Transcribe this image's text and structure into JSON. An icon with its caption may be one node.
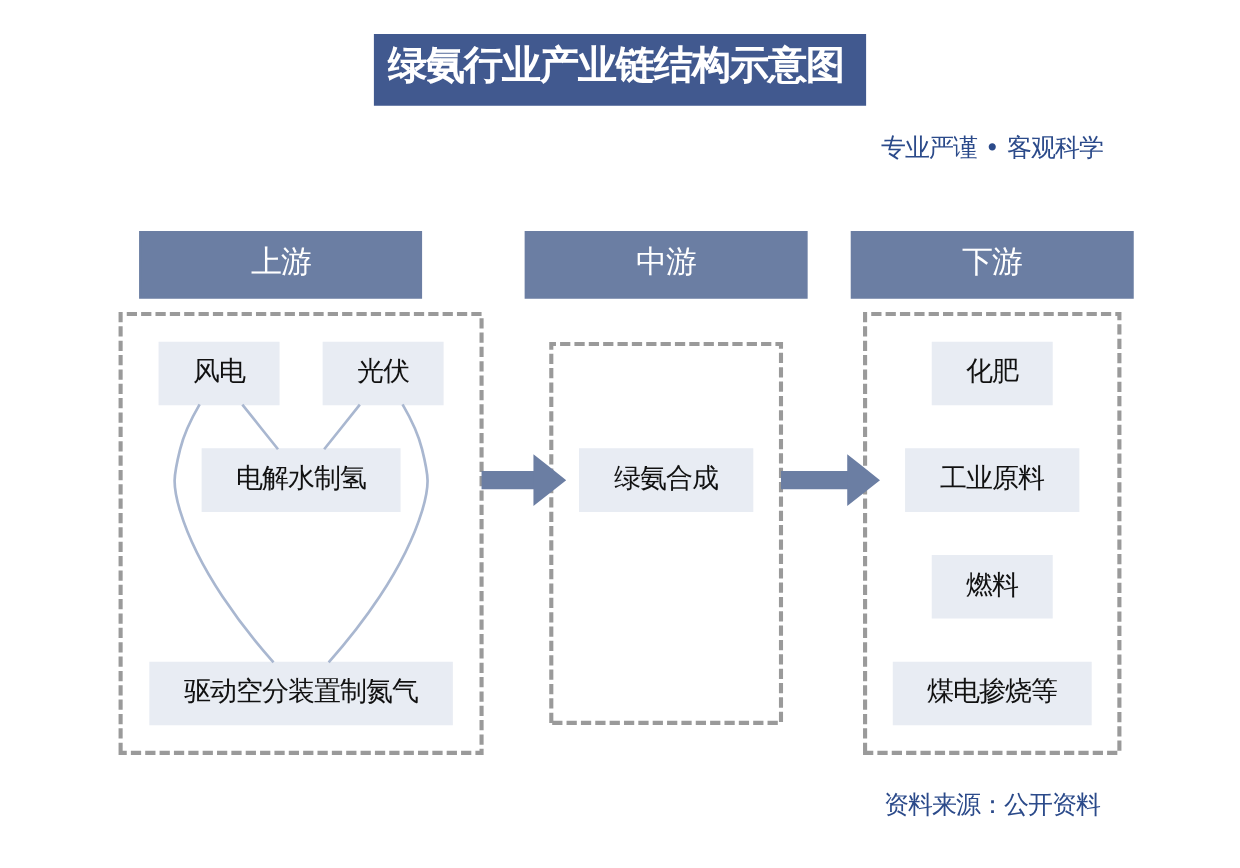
{
  "diagram": {
    "title": "绿氨行业产业链结构示意图",
    "nodes": [
      {
        "text": [
          "上游"
        ]
      },
      {
        "text": [
          "中游"
        ]
      },
      {
        "text": [
          "下游"
        ]
      },
      {
        "text": [],
        "shape": "box"
      },
      {
        "text": [
          "风电"
        ],
        "in": 3
      },
      {
        "text": [
          "光伏"
        ],
        "in": 3
      },
      {
        "text": [
          "电解水制氢"
        ],
        "in": 3
      },
      {
        "text": [
          "驱动空分装置制氮气"
        ],
        "in": 3
      },
      {
        "text": [],
        "shape": "box"
      },
      {
        "text": [
          "绿氨合成"
        ],
        "in": 8
      },
      {
        "text": [],
        "shape": "box"
      },
      {
        "text": [
          "化肥"
        ],
        "in": 10
      },
      {
        "text": [
          "工业原料"
        ],
        "in": 10
      },
      {
        "text": [
          "燃料"
        ],
        "in": 10
      },
      {
        "text": [
          "煤电掺烧等"
        ],
        "in": 10
      }
    ],
    "edges": [
      {
        "from": 4,
        "to": 6,
        "arrow": "none"
      },
      {
        "from": 5,
        "to": 6,
        "arrow": "none"
      },
      {
        "from": 4,
        "to": 7,
        "arrow": "none"
      },
      {
        "from": 5,
        "to": 7,
        "arrow": "none"
      },
      {
        "from": 3,
        "to": 8,
        "arrow": "to",
        "style": "thick",
        "color": "#6b7ea3"
      },
      {
        "from": 8,
        "to": 10,
        "arrow": "to",
        "style": "thick",
        "color": "#6b7ea3"
      }
    ],
    "labels": [
      "专业严谨 • 客观科学",
      "资料来源：公开资料"
    ]
  }
}
